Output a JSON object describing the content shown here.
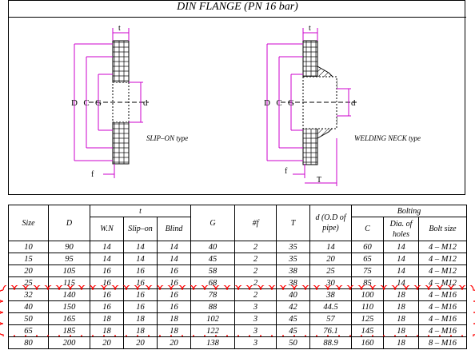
{
  "title": "DIN FLANGE (PN 16 bar)",
  "drawing": {
    "slip_on": {
      "type_label": "SLIP–ON type",
      "labels": {
        "D": "D",
        "C": "C",
        "G": "G",
        "d": "d",
        "t": "t",
        "f": "f"
      }
    },
    "welding_neck": {
      "type_label": "WELDING NECK type",
      "labels": {
        "D": "D",
        "C": "C",
        "G": "G",
        "d": "d",
        "t": "t",
        "f": "f",
        "T": "T"
      }
    },
    "colors": {
      "dimension": "#cc00cc",
      "outline": "#000000"
    }
  },
  "table": {
    "headers": {
      "size": "Size",
      "D": "D",
      "t": "t",
      "wn": "W.N",
      "slipon": "Slip–on",
      "blind": "Blind",
      "G": "G",
      "nf": "#f",
      "T": "T",
      "d_od": "d (O.D of pipe)",
      "bolting": "Bolting",
      "C": "C",
      "dia_holes": "Dia. of holes",
      "bolt_size": "Bolt size"
    },
    "rows": [
      [
        "10",
        "90",
        "14",
        "14",
        "14",
        "40",
        "2",
        "35",
        "14",
        "60",
        "14",
        "4 – M12"
      ],
      [
        "15",
        "95",
        "14",
        "14",
        "14",
        "45",
        "2",
        "35",
        "20",
        "65",
        "14",
        "4 – M12"
      ],
      [
        "20",
        "105",
        "16",
        "16",
        "16",
        "58",
        "2",
        "38",
        "25",
        "75",
        "14",
        "4 – M12"
      ],
      [
        "25",
        "115",
        "16",
        "16",
        "16",
        "68",
        "2",
        "38",
        "30",
        "85",
        "14",
        "4 – M12"
      ],
      [
        "32",
        "140",
        "16",
        "16",
        "16",
        "78",
        "2",
        "40",
        "38",
        "100",
        "18",
        "4 – M16"
      ],
      [
        "40",
        "150",
        "16",
        "16",
        "16",
        "88",
        "3",
        "42",
        "44.5",
        "110",
        "18",
        "4 – M16"
      ],
      [
        "50",
        "165",
        "18",
        "18",
        "18",
        "102",
        "3",
        "45",
        "57",
        "125",
        "18",
        "4 – M16"
      ],
      [
        "65",
        "185",
        "18",
        "18",
        "18",
        "122",
        "3",
        "45",
        "76.1",
        "145",
        "18",
        "4 – M16"
      ],
      [
        "80",
        "200",
        "20",
        "20",
        "20",
        "138",
        "3",
        "50",
        "88.9",
        "160",
        "18",
        "8 – M16"
      ]
    ],
    "highlight_color": "#ff0000"
  }
}
